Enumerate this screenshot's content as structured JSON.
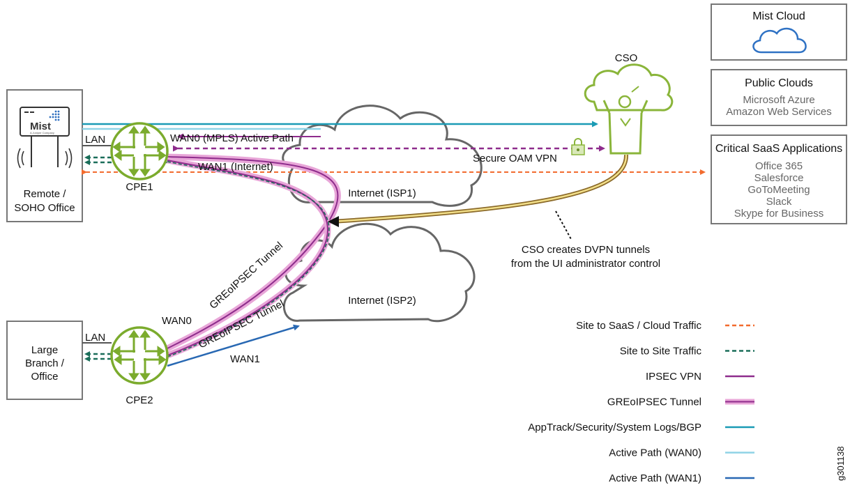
{
  "sites": {
    "remote": {
      "lines": [
        "Remote /",
        "SOHO Office"
      ],
      "lan_label": "LAN"
    },
    "branch": {
      "lines": [
        "Large",
        "Branch /",
        "Office"
      ],
      "lan_label": "LAN"
    }
  },
  "devices": {
    "ap_logo": "Mist",
    "ap_sub": "A Juniper Company",
    "cpe1": "CPE1",
    "cpe2": "CPE2",
    "cso": "CSO"
  },
  "clouds": {
    "isp1": "Internet (ISP1)",
    "isp2": "Internet (ISP2)"
  },
  "links": {
    "wan0_mpls": "WAN0 (MPLS) Active Path",
    "wan1_internet": "WAN1 (Internet)",
    "secure_oam": "Secure OAM VPN",
    "tunnel1": "GREoIPSEC Tunnel",
    "tunnel2": "GREoIPSEC Tunnel",
    "wan0": "WAN0",
    "wan1": "WAN1"
  },
  "annotation": [
    "CSO creates DVPN tunnels",
    "from the UI administrator control"
  ],
  "right_panels": {
    "mist_cloud": {
      "title": "Mist Cloud"
    },
    "public_clouds": {
      "title": "Public Clouds",
      "items": [
        "Microsoft Azure",
        "Amazon Web Services"
      ]
    },
    "saas": {
      "title": "Critical SaaS Applications",
      "items": [
        "Office 365",
        "Salesforce",
        "GoToMeeting",
        "Slack",
        "Skype for Business"
      ]
    }
  },
  "legend": [
    {
      "label": "Site to SaaS / Cloud Traffic",
      "color": "#f26b2e",
      "style": "dashed-orange"
    },
    {
      "label": "Site to Site Traffic",
      "color": "#1b6e5a",
      "style": "dashed-green"
    },
    {
      "label": "IPSEC VPN",
      "color": "#8e2c8c",
      "style": "solid-purple"
    },
    {
      "label": "GREoIPSEC Tunnel",
      "color": "#8e2c8c",
      "style": "tunnel"
    },
    {
      "label": "AppTrack/Security/System Logs/BGP",
      "color": "#1a9bb5",
      "style": "solid-teal"
    },
    {
      "label": "Active Path (WAN0)",
      "color": "#8fd3e6",
      "style": "solid-lightblue"
    },
    {
      "label": "Active Path (WAN1)",
      "color": "#2868b3",
      "style": "solid-blue"
    }
  ],
  "figure_id": "g301138",
  "colors": {
    "router_green": "#7bab2d",
    "cloud_grey": "#666666",
    "cso_green": "#8ab53a",
    "cloud_blue": "#2f72c4"
  }
}
